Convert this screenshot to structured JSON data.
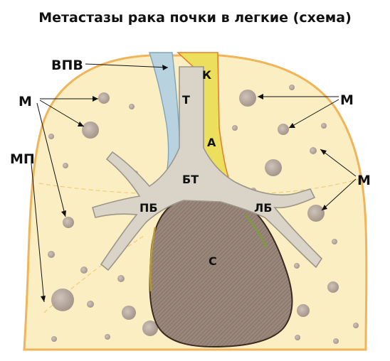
{
  "title": "Метастазы рака почки в легкие (схема)",
  "labels": {
    "vpv": "ВПВ",
    "m_left": "М",
    "m_right_top": "М",
    "m_right_mid": "М",
    "mp": "МП",
    "k": "К",
    "t": "Т",
    "a": "А",
    "bt": "БТ",
    "pb": "ПБ",
    "lb": "ЛБ",
    "s": "С"
  },
  "colors": {
    "lung_fill": "#fbeec2",
    "lung_outline": "#f0b45a",
    "airway_fill": "#d9d4c7",
    "airway_outline": "#9c968a",
    "vein_fill": "#b8d2e0",
    "aorta_fill": "#ecdf5e",
    "heart_fill": "#8e7d72",
    "metastasis_fill": "#b4a69c"
  }
}
